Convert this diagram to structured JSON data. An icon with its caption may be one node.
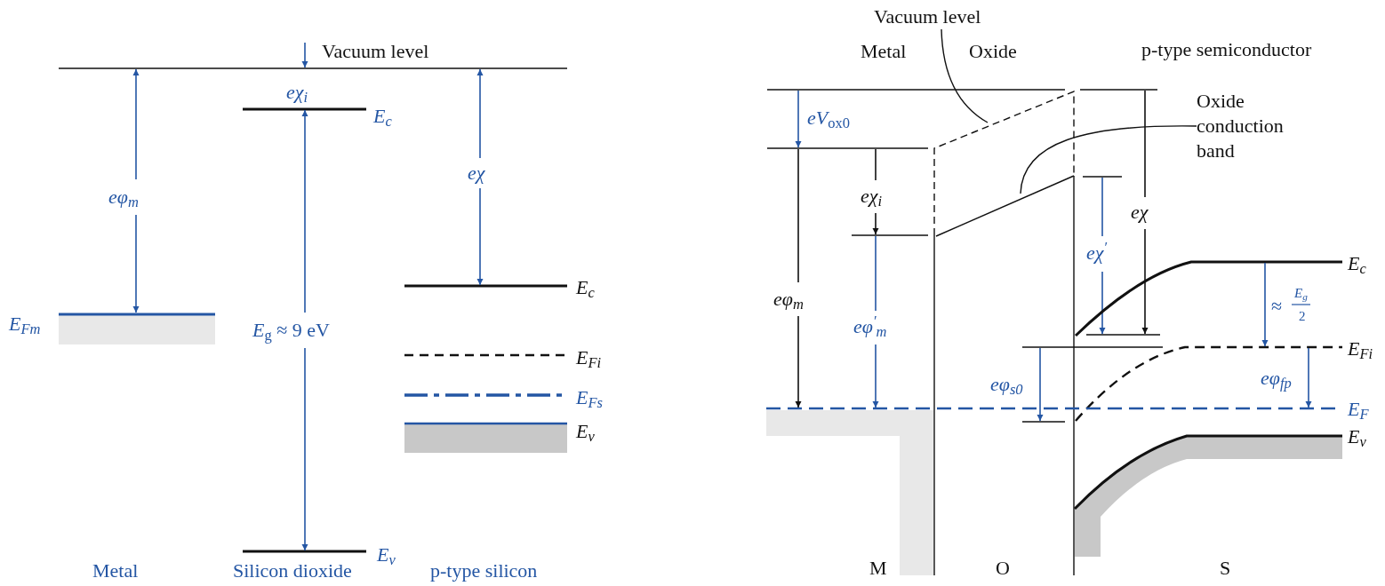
{
  "diagram": {
    "nodes": [
      {
        "text": [
          "Vacuum level"
        ]
      },
      {
        "text": [
          "Oxide conduction band"
        ]
      }
    ],
    "edges": [
      {
        "from": 0,
        "to": null,
        "arrow": "none"
      },
      {
        "from": 1,
        "to": null,
        "arrow": "none"
      }
    ],
    "labels": [
      "Vacuum level",
      "eχ$_{i}$",
      "E$_{c}$",
      "eφ$_{m}$",
      "eχ",
      "E$_{c}$",
      "E$_{Fm}$",
      "*E*$_{g}$ ≈ 9 eV",
      "E$_{Fi}$",
      "E$_{Fs}$",
      "E$_{v}$",
      "E$_{v}$",
      "Metal",
      "Silicon dioxide",
      "p-type silicon",
      "Metal",
      "Oxide",
      "p-type semiconductor",
      "*eV*$_{ox0}$",
      "eχ$_{i}$",
      "eχ",
      "eχ$^{′}$",
      "E$_{c}$",
      "eφ$_{m}$",
      "eφ$^{′}$$_{m}$",
      "≈",
      "E$_{g}$",
      "2",
      "E$_{Fi}$",
      "eφ$_{s0}$",
      "eφ$_{fp}$",
      "E$_{F}$",
      "E$_{v}$",
      "M",
      "O",
      "S"
    ]
  }
}
